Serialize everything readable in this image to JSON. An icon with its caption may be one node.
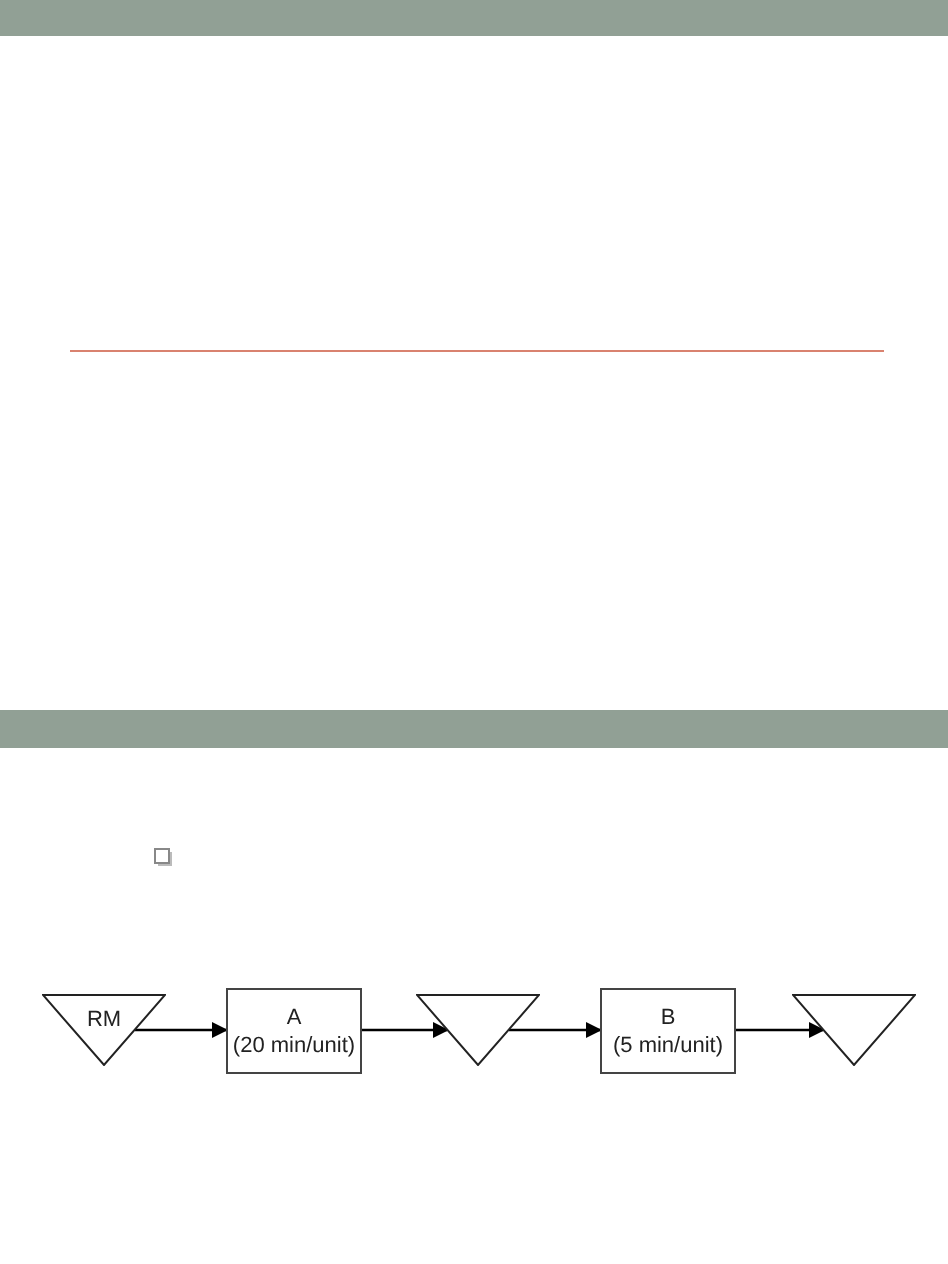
{
  "diagram": {
    "nodes": [
      {
        "text": [
          "RM"
        ]
      },
      {
        "text": [
          "A",
          "(20 min/unit)"
        ]
      },
      {
        "text": [],
        "shape": "triangle"
      },
      {
        "text": [
          "B",
          "(5 min/unit)"
        ]
      },
      {
        "text": [],
        "shape": "triangle"
      }
    ],
    "edges": [
      {
        "from": 0,
        "to": 1,
        "arrow": "to"
      },
      {
        "from": 1,
        "to": 2,
        "arrow": "to"
      },
      {
        "from": 2,
        "to": 3,
        "arrow": "to"
      },
      {
        "from": 3,
        "to": 4,
        "arrow": "to"
      }
    ]
  }
}
